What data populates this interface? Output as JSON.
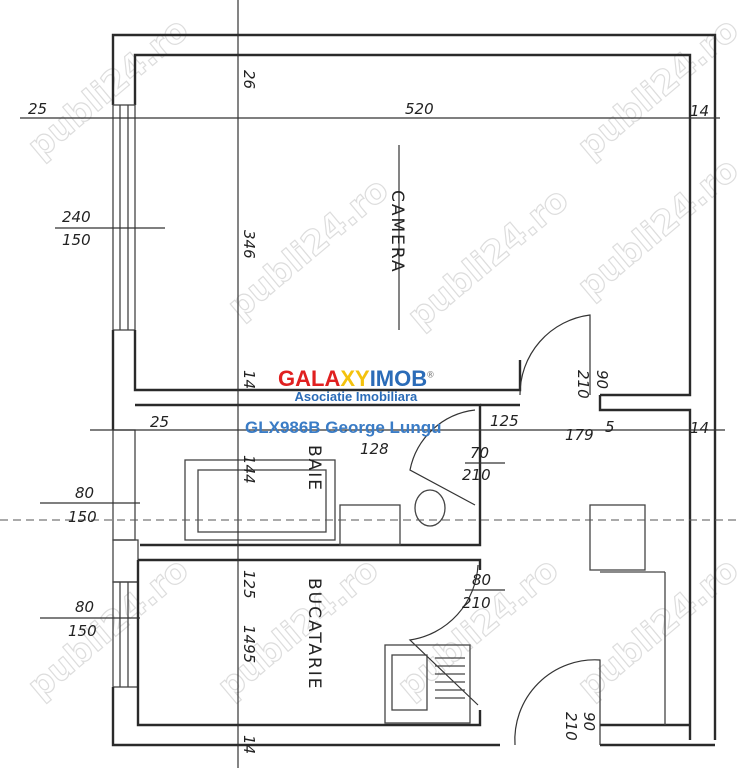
{
  "watermark": "publi24.ro",
  "logo": {
    "brand_part1": "GALA",
    "brand_part2": "XY",
    "brand_part3": "IMOB",
    "registered": "®",
    "subtitle": "Asociatie Imobiliara"
  },
  "agent_label": "GLX986B George Lungu",
  "rooms": {
    "living": "CAMERA",
    "bath": "BAIE",
    "kitchen": "BUCATARIE"
  },
  "dimensions": {
    "top_wall": "26",
    "left_wall_top": "25",
    "room_width": "520",
    "right_wall_top": "14",
    "window1_w": "240",
    "window1_h": "150",
    "room_depth": "346",
    "wall_mid": "14",
    "door1_w": "90",
    "door1_h": "210",
    "left_wall_mid": "25",
    "bath_width": "128",
    "hall_wall": "125",
    "hall_width": "179",
    "hall_offset": "5",
    "right_wall_mid": "14",
    "bath_depth": "144",
    "door2_w": "70",
    "door2_h": "210",
    "window2_w": "80",
    "window2_h": "150",
    "wall_bath_kitchen": "125",
    "kitchen_depth": "1495",
    "door3_w": "80",
    "door3_h": "210",
    "window3_w": "80",
    "window3_h": "150",
    "entry_door_w": "90",
    "entry_door_h": "210",
    "bottom_wall": "14"
  },
  "colors": {
    "logo_red": "#e02020",
    "logo_yellow": "#f4c20d",
    "logo_blue": "#2b6cb8",
    "agent_blue": "#3a7cc6"
  }
}
